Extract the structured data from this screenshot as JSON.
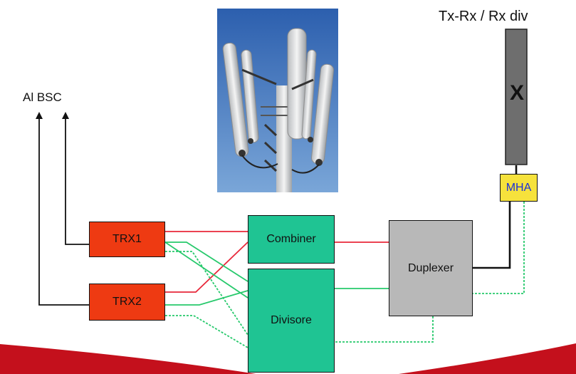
{
  "labels": {
    "bsc": "Al BSC",
    "antenna": "Tx-Rx / Rx div",
    "antenna_marking": "X"
  },
  "blocks": {
    "trx1": "TRX1",
    "trx2": "TRX2",
    "combiner": "Combiner",
    "divisore": "Divisore",
    "duplexer": "Duplexer",
    "mha": "MHA"
  },
  "colors": {
    "trx": "#ee3a12",
    "combiner_divisore": "#1fc493",
    "duplexer": "#b8b8b8",
    "mha": "#f6e23c",
    "mha_text": "#1a2fd8",
    "antenna": "#6e6e6e",
    "tx_line": "#e8283a",
    "rx_line": "#27c96c",
    "sky": "#3e72bb",
    "swoosh": "#c4101c"
  }
}
